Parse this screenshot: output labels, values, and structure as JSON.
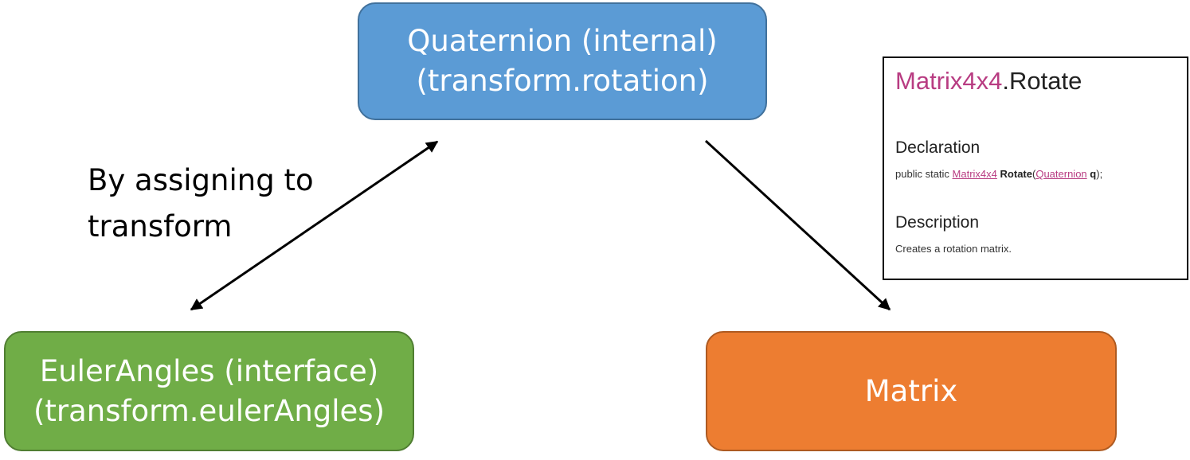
{
  "nodes": {
    "quaternion": {
      "line1": "Quaternion (internal)",
      "line2": "(transform.rotation)",
      "color": "#5b9bd5"
    },
    "euler": {
      "line1": "EulerAngles (interface)",
      "line2": "(transform.eulerAngles)",
      "color": "#70ad47"
    },
    "matrix": {
      "label": "Matrix",
      "color": "#ed7d31"
    }
  },
  "edge_label": {
    "line1": "By assigning to",
    "line2": "transform"
  },
  "doc": {
    "title_class": "Matrix4x4",
    "title_sep": ".",
    "title_method": "Rotate",
    "declaration_heading": "Declaration",
    "declaration": {
      "prefix": "public static",
      "return_type": "Matrix4x4",
      "method": "Rotate",
      "open_paren": "(",
      "param_type": "Quaternion",
      "param_name": "q",
      "close": ");"
    },
    "description_heading": "Description",
    "description": "Creates a rotation matrix.",
    "accent_color": "#b83c82"
  }
}
